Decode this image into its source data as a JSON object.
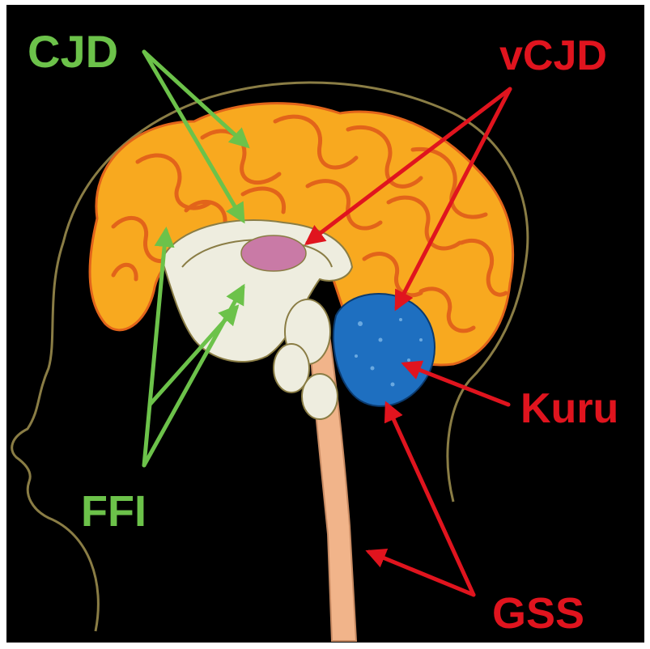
{
  "labels": {
    "cjd": "CJD",
    "vcjd": "vCJD",
    "ffi": "FFI",
    "kuru": "Kuru",
    "gss": "GSS"
  },
  "colors": {
    "background": "#000000",
    "green_labels": "#6cc24a",
    "red_labels": "#e0141e",
    "cerebrum": "#f8a91f",
    "cerebrum_folds": "#e2641a",
    "cerebellum": "#1e6fc0",
    "thalamus": "#c97aa6",
    "deep_structures": "#eeeddf",
    "spinal_cord": "#f1b48a",
    "head_outline": "#8a7d45"
  }
}
